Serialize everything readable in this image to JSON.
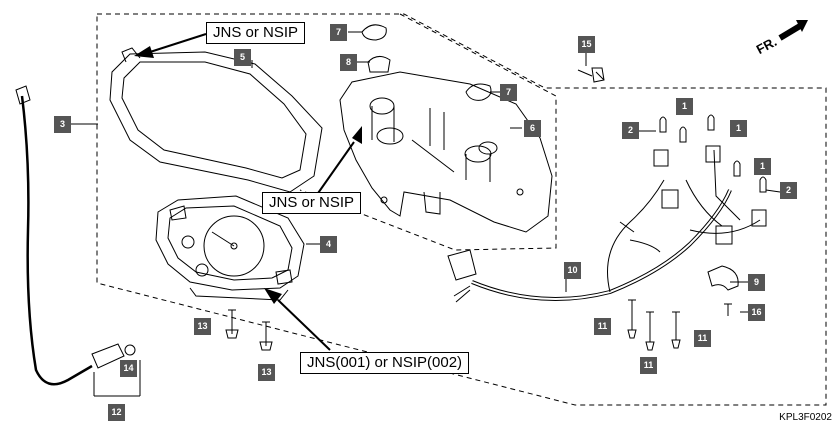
{
  "callouts": {
    "top": "JNS or NSIP",
    "middle": "JNS or NSIP",
    "bottom": "JNS(001) or NSIP(002)"
  },
  "direction": "FR.",
  "diagram_code": "KPL3F0202",
  "part_tags": [
    "1",
    "1",
    "1",
    "2",
    "2",
    "3",
    "4",
    "5",
    "6",
    "7",
    "7",
    "8",
    "9",
    "10",
    "11",
    "11",
    "11",
    "12",
    "13",
    "13",
    "14",
    "15",
    "16"
  ]
}
